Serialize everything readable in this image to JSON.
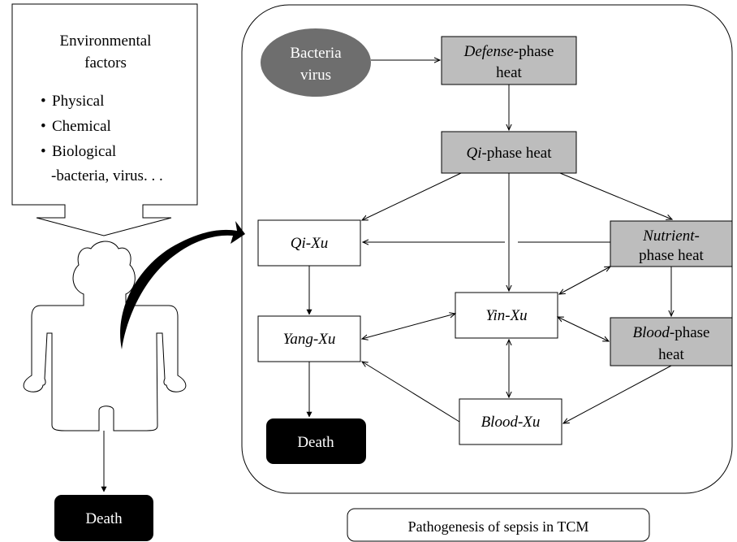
{
  "callout": {
    "title_line1": "Environmental",
    "title_line2": "factors",
    "items": [
      "Physical",
      "Chemical",
      "Biological"
    ],
    "sub_item": "-bacteria, virus. . ."
  },
  "left_death": "Death",
  "diagram": {
    "pathogen_line1": "Bacteria",
    "pathogen_line2": "virus",
    "defense": {
      "ital": "Defense",
      "rest_line1": "-phase",
      "line2": "heat"
    },
    "qi_phase": {
      "ital": "Qi",
      "rest": "-phase heat"
    },
    "nutrient": {
      "ital": "Nutrient",
      "rest_line1": "-",
      "line2": "phase heat"
    },
    "blood_phase": {
      "ital": "Blood",
      "rest_line1": "-phase",
      "line2": "heat"
    },
    "qi_xu": "Qi-Xu",
    "yang_xu": "Yang-Xu",
    "yin_xu": "Yin-Xu",
    "blood_xu": "Blood-Xu",
    "death": "Death"
  },
  "caption": "Pathogenesis of sepsis in TCM",
  "colors": {
    "gray_box": "#bdbdbd",
    "ellipse": "#6e6e6e",
    "death_box": "#000000"
  }
}
